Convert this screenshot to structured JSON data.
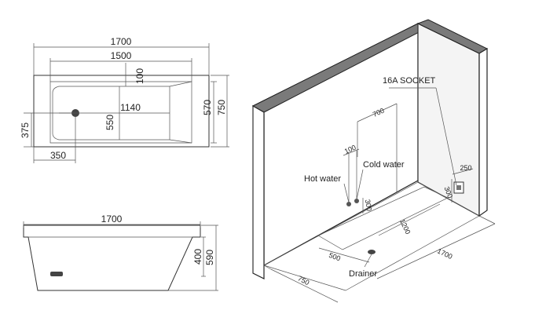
{
  "top_view": {
    "overall_length": "1700",
    "inner_length": "1500",
    "rim_offset": "100",
    "inner_span": "1140",
    "inner_width": "550",
    "rim_width": "570",
    "overall_width": "750",
    "drain_from_side": "375",
    "drain_from_end": "350"
  },
  "side_view": {
    "overall_length": "1700",
    "inner_depth": "400",
    "overall_height": "590"
  },
  "iso_view": {
    "socket_label": "16A SOCKET",
    "socket_width": "250",
    "socket_height": "300",
    "pipe_spacing_top": "700",
    "pipe_spacing": "100",
    "hot_label": "Hot water",
    "cold_label": "Cold water",
    "pipe_height": "300",
    "floor_depth": "1200",
    "drain_offset": "500",
    "drain_label": "Drainer",
    "floor_length": "1700",
    "floor_width": "750"
  }
}
